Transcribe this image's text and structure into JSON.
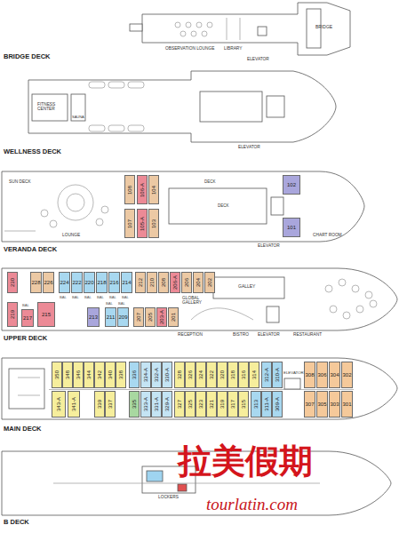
{
  "diagram": {
    "nodes": [
      {
        "text": [
          "108"
        ]
      },
      {
        "text": [
          "106-A"
        ]
      },
      {
        "text": [
          "104"
        ]
      },
      {
        "text": [
          "107"
        ]
      },
      {
        "text": [
          "105-A"
        ]
      },
      {
        "text": [
          "103"
        ]
      },
      {
        "text": [
          "102"
        ]
      },
      {
        "text": [
          "101"
        ]
      },
      {
        "text": [
          "230"
        ]
      },
      {
        "text": [
          "228"
        ]
      },
      {
        "text": [
          "226"
        ]
      },
      {
        "text": [
          "224"
        ]
      },
      {
        "text": [
          "222"
        ]
      },
      {
        "text": [
          "220"
        ]
      },
      {
        "text": [
          "218"
        ]
      },
      {
        "text": [
          "216"
        ]
      },
      {
        "text": [
          "214"
        ]
      },
      {
        "text": [
          "212"
        ]
      },
      {
        "text": [
          "210"
        ]
      },
      {
        "text": [
          "208"
        ]
      },
      {
        "text": [
          "206-A"
        ]
      },
      {
        "text": [
          "206"
        ]
      },
      {
        "text": [
          "204"
        ]
      },
      {
        "text": [
          "202"
        ]
      },
      {
        "text": [
          "219"
        ]
      },
      {
        "text": [
          "217"
        ]
      },
      {
        "text": [
          "215"
        ]
      },
      {
        "text": [
          "213"
        ]
      },
      {
        "text": [
          "211"
        ]
      },
      {
        "text": [
          "209"
        ]
      },
      {
        "text": [
          "207"
        ]
      },
      {
        "text": [
          "205"
        ]
      },
      {
        "text": [
          "203-A"
        ]
      },
      {
        "text": [
          "201"
        ]
      },
      {
        "text": [
          "350"
        ]
      },
      {
        "text": [
          "348"
        ]
      },
      {
        "text": [
          "346"
        ]
      },
      {
        "text": [
          "344"
        ]
      },
      {
        "text": [
          "342"
        ]
      },
      {
        "text": [
          "340"
        ]
      },
      {
        "text": [
          "338"
        ]
      },
      {
        "text": [
          "336"
        ]
      },
      {
        "text": [
          "334-A"
        ]
      },
      {
        "text": [
          "332-A"
        ]
      },
      {
        "text": [
          "330-A"
        ]
      },
      {
        "text": [
          "328"
        ]
      },
      {
        "text": [
          "326"
        ]
      },
      {
        "text": [
          "324"
        ]
      },
      {
        "text": [
          "322"
        ]
      },
      {
        "text": [
          "320"
        ]
      },
      {
        "text": [
          "318"
        ]
      },
      {
        "text": [
          "316"
        ]
      },
      {
        "text": [
          "314"
        ]
      },
      {
        "text": [
          "312-A"
        ]
      },
      {
        "text": [
          "310-A"
        ]
      },
      {
        "text": [
          "308"
        ]
      },
      {
        "text": [
          "306"
        ]
      },
      {
        "text": [
          "304"
        ]
      },
      {
        "text": [
          "302"
        ]
      },
      {
        "text": [
          "343-A"
        ]
      },
      {
        "text": [
          "341-A"
        ]
      },
      {
        "text": [
          "339"
        ]
      },
      {
        "text": [
          "337"
        ]
      },
      {
        "text": [
          "335"
        ]
      },
      {
        "text": [
          "333-A"
        ]
      },
      {
        "text": [
          "331-A"
        ]
      },
      {
        "text": [
          "329-A"
        ]
      },
      {
        "text": [
          "327"
        ]
      },
      {
        "text": [
          "325"
        ]
      },
      {
        "text": [
          "323"
        ]
      },
      {
        "text": [
          "321"
        ]
      },
      {
        "text": [
          "319"
        ]
      },
      {
        "text": [
          "317"
        ]
      },
      {
        "text": [
          "315"
        ]
      },
      {
        "text": [
          "313"
        ]
      },
      {
        "text": [
          "311-A"
        ]
      },
      {
        "text": [
          "309-A"
        ]
      },
      {
        "text": [
          "307"
        ]
      },
      {
        "text": [
          "305"
        ]
      },
      {
        "text": [
          "303"
        ]
      },
      {
        "text": [
          "301"
        ]
      }
    ],
    "labels": [
      "BRIDGE DECK",
      "OBSERVATION LOUNGE",
      "LIBRARY",
      "BRIDGE",
      "ELEVATOR",
      "WELLNESS DECK",
      "FITNESS CENTER",
      "SAUNA",
      "ELEVATOR",
      "VERANDA DECK",
      "SUN DECK",
      "LOUNGE",
      "DECK",
      "DECK",
      "ELEVATOR",
      "CHART ROOM",
      "UPPER DECK",
      "GLOBAL GALLERY",
      "GALLEY",
      "RECEPTION",
      "BISTRO",
      "ELEVATOR",
      "RESTAURANT",
      "MAIN DECK",
      "ELEVATOR",
      "B DECK",
      "LOCKERS",
      "拉美假期",
      "tourlatin.com",
      "BAL",
      "BAL",
      "BAL",
      "BAL",
      "BAL",
      "BAL",
      "BAL",
      "BAL",
      "BAL"
    ]
  }
}
